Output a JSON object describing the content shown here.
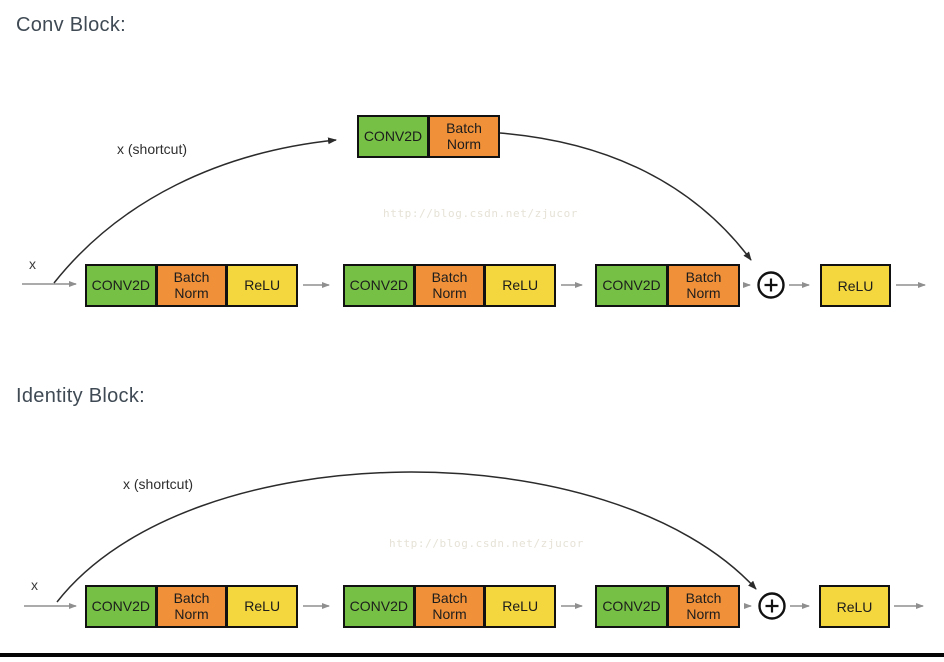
{
  "colors": {
    "conv2d_fill": "#75c045",
    "batch_norm_fill": "#f0913a",
    "relu_fill": "#f4d63e",
    "box_border": "#111111",
    "arrow_gray": "#8f8f8f",
    "arc_black": "#2b2b2b",
    "title_text": "#3f4a54",
    "watermark_text": "#e6e2d7"
  },
  "watermark": "http://blog.csdn.net/zjucor",
  "conv_block": {
    "title": "Conv Block:",
    "input_label": "x",
    "shortcut_label": "x (shortcut)",
    "shortcut_block": {
      "cells": [
        "CONV2D",
        "Batch Norm"
      ]
    },
    "main_blocks": [
      {
        "cells": [
          "CONV2D",
          "Batch Norm",
          "ReLU"
        ]
      },
      {
        "cells": [
          "CONV2D",
          "Batch Norm",
          "ReLU"
        ]
      },
      {
        "cells": [
          "CONV2D",
          "Batch Norm"
        ]
      }
    ],
    "merge_operator": "+",
    "output_label": "ReLU"
  },
  "identity_block": {
    "title": "Identity Block:",
    "input_label": "x",
    "shortcut_label": "x (shortcut)",
    "main_blocks": [
      {
        "cells": [
          "CONV2D",
          "Batch Norm",
          "ReLU"
        ]
      },
      {
        "cells": [
          "CONV2D",
          "Batch Norm",
          "ReLU"
        ]
      },
      {
        "cells": [
          "CONV2D",
          "Batch Norm"
        ]
      }
    ],
    "merge_operator": "+",
    "output_label": "ReLU"
  }
}
